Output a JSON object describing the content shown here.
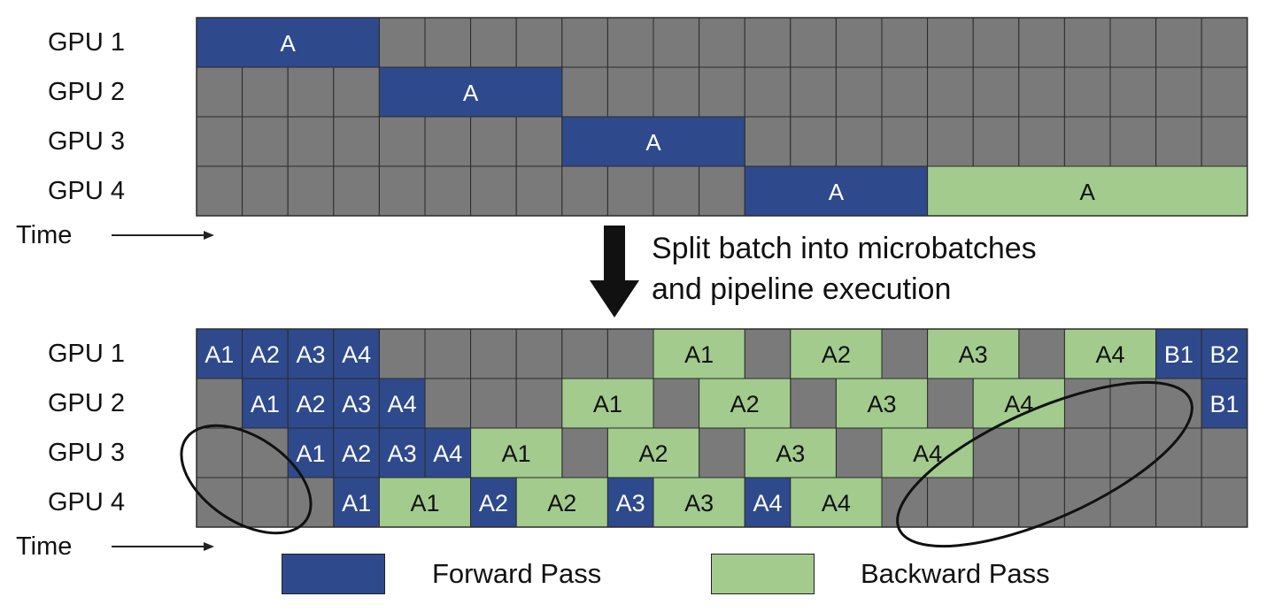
{
  "colors": {
    "idle": "#7a7a7a",
    "forward": "#2e4a8c",
    "backward": "#a2cb8d",
    "grid_line": "#2b2b2b"
  },
  "time_label": "Time",
  "split_caption": [
    "Split batch into microbatches",
    "and pipeline execution"
  ],
  "legend": {
    "forward": "Forward Pass",
    "backward": "Backward Pass"
  },
  "diagrams": [
    {
      "rows": [
        {
          "label": "GPU 1",
          "blocks": [
            {
              "start": 0,
              "span": 4,
              "kind": "forward",
              "text": "A"
            }
          ]
        },
        {
          "label": "GPU 2",
          "blocks": [
            {
              "start": 4,
              "span": 4,
              "kind": "forward",
              "text": "A"
            }
          ]
        },
        {
          "label": "GPU 3",
          "blocks": [
            {
              "start": 8,
              "span": 4,
              "kind": "forward",
              "text": "A"
            }
          ]
        },
        {
          "label": "GPU 4",
          "blocks": [
            {
              "start": 12,
              "span": 4,
              "kind": "forward",
              "text": "A"
            },
            {
              "start": 16,
              "span": 7,
              "kind": "backward",
              "text": "A"
            }
          ]
        }
      ]
    },
    {
      "rows": [
        {
          "label": "GPU 1",
          "blocks": [
            {
              "start": 0,
              "span": 1,
              "kind": "forward",
              "text": "A1"
            },
            {
              "start": 1,
              "span": 1,
              "kind": "forward",
              "text": "A2"
            },
            {
              "start": 2,
              "span": 1,
              "kind": "forward",
              "text": "A3"
            },
            {
              "start": 3,
              "span": 1,
              "kind": "forward",
              "text": "A4"
            },
            {
              "start": 10,
              "span": 2,
              "kind": "backward",
              "text": "A1"
            },
            {
              "start": 13,
              "span": 2,
              "kind": "backward",
              "text": "A2"
            },
            {
              "start": 16,
              "span": 2,
              "kind": "backward",
              "text": "A3"
            },
            {
              "start": 19,
              "span": 2,
              "kind": "backward",
              "text": "A4"
            },
            {
              "start": 21,
              "span": 1,
              "kind": "forward",
              "text": "B1"
            },
            {
              "start": 22,
              "span": 1,
              "kind": "forward",
              "text": "B2"
            }
          ]
        },
        {
          "label": "GPU 2",
          "blocks": [
            {
              "start": 1,
              "span": 1,
              "kind": "forward",
              "text": "A1"
            },
            {
              "start": 2,
              "span": 1,
              "kind": "forward",
              "text": "A2"
            },
            {
              "start": 3,
              "span": 1,
              "kind": "forward",
              "text": "A3"
            },
            {
              "start": 4,
              "span": 1,
              "kind": "forward",
              "text": "A4"
            },
            {
              "start": 8,
              "span": 2,
              "kind": "backward",
              "text": "A1"
            },
            {
              "start": 11,
              "span": 2,
              "kind": "backward",
              "text": "A2"
            },
            {
              "start": 14,
              "span": 2,
              "kind": "backward",
              "text": "A3"
            },
            {
              "start": 17,
              "span": 2,
              "kind": "backward",
              "text": "A4"
            },
            {
              "start": 22,
              "span": 1,
              "kind": "forward",
              "text": "B1"
            }
          ]
        },
        {
          "label": "GPU 3",
          "blocks": [
            {
              "start": 2,
              "span": 1,
              "kind": "forward",
              "text": "A1"
            },
            {
              "start": 3,
              "span": 1,
              "kind": "forward",
              "text": "A2"
            },
            {
              "start": 4,
              "span": 1,
              "kind": "forward",
              "text": "A3"
            },
            {
              "start": 5,
              "span": 1,
              "kind": "forward",
              "text": "A4"
            },
            {
              "start": 6,
              "span": 2,
              "kind": "backward",
              "text": "A1"
            },
            {
              "start": 9,
              "span": 2,
              "kind": "backward",
              "text": "A2"
            },
            {
              "start": 12,
              "span": 2,
              "kind": "backward",
              "text": "A3"
            },
            {
              "start": 15,
              "span": 2,
              "kind": "backward",
              "text": "A4"
            }
          ]
        },
        {
          "label": "GPU 4",
          "blocks": [
            {
              "start": 3,
              "span": 1,
              "kind": "forward",
              "text": "A1"
            },
            {
              "start": 4,
              "span": 2,
              "kind": "backward",
              "text": "A1"
            },
            {
              "start": 6,
              "span": 1,
              "kind": "forward",
              "text": "A2"
            },
            {
              "start": 7,
              "span": 2,
              "kind": "backward",
              "text": "A2"
            },
            {
              "start": 9,
              "span": 1,
              "kind": "forward",
              "text": "A3"
            },
            {
              "start": 10,
              "span": 2,
              "kind": "backward",
              "text": "A3"
            },
            {
              "start": 12,
              "span": 1,
              "kind": "forward",
              "text": "A4"
            },
            {
              "start": 13,
              "span": 2,
              "kind": "backward",
              "text": "A4"
            }
          ]
        }
      ]
    }
  ]
}
